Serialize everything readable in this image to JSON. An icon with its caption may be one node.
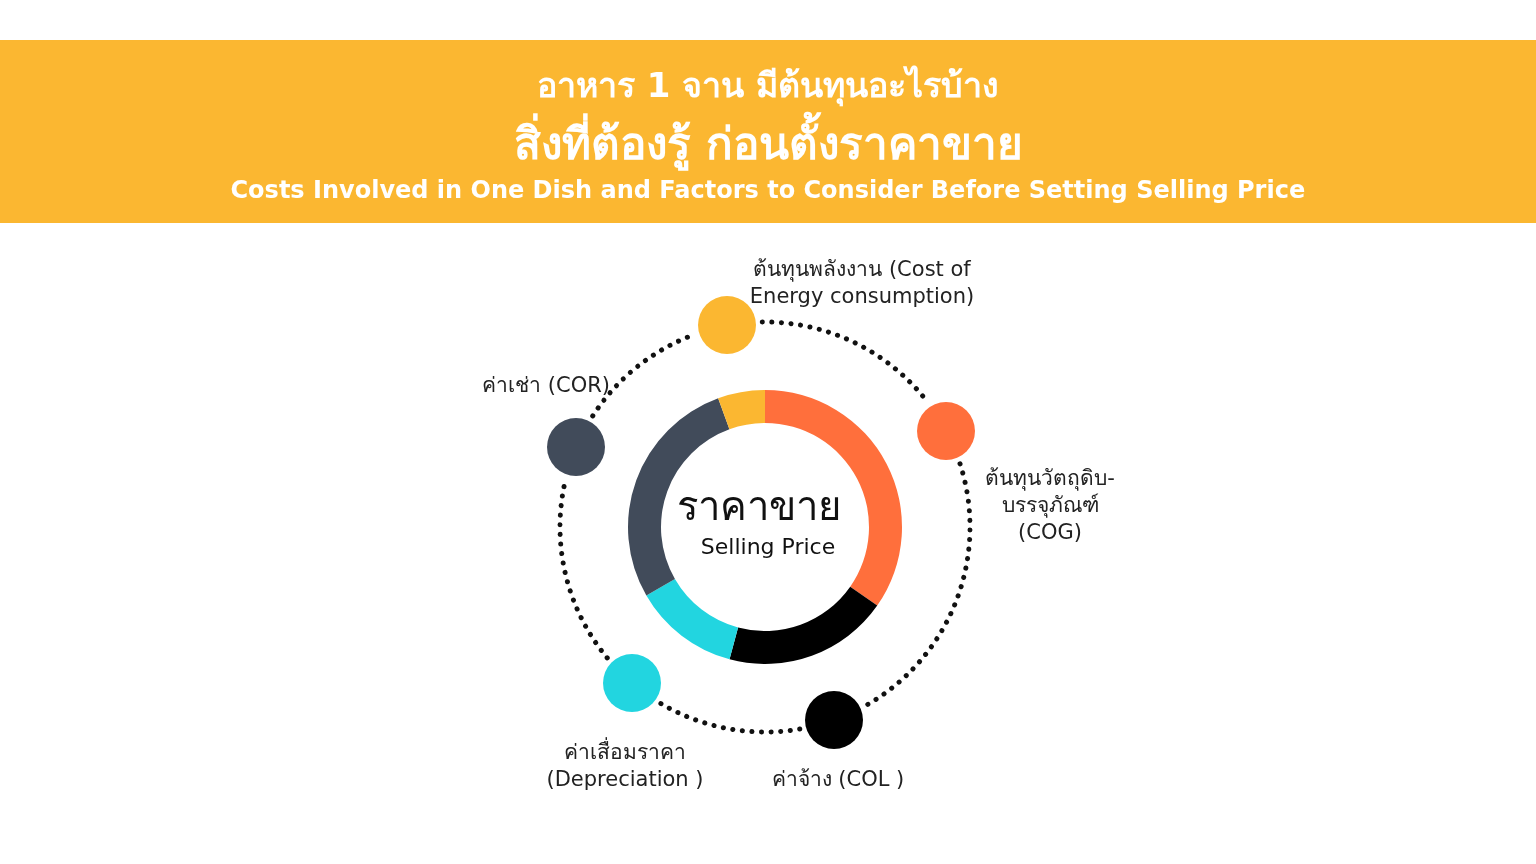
{
  "diagram": {
    "title": "อาหาร 1 จาน มีต้นทุนอะไรบ้าง",
    "nodes": [
      {
        "text": [
          "ราคาขาย",
          "Selling Price"
        ]
      },
      {
        "text": [],
        "shape": "circle",
        "beside": [
          "ต้นทุนพลังงาน (Cost of Energy consumption)"
        ]
      },
      {
        "text": [],
        "shape": "circle",
        "beside": [
          "ค่าเช่า (COR)"
        ]
      },
      {
        "text": [],
        "shape": "circle",
        "beside": [
          "ต้นทุนวัตถุดิบ-บรรจุภัณฑ์ (COG)"
        ]
      },
      {
        "text": [],
        "shape": "circle",
        "beside": [
          "ค่าเสื่อมราคา (Depreciation )"
        ]
      },
      {
        "text": [],
        "shape": "circle",
        "beside": [
          "ค่าจ้าง (COL )"
        ]
      }
    ],
    "edges": [
      {
        "from": 1,
        "to": 3,
        "arrow": "none"
      },
      {
        "from": 3,
        "to": 5,
        "arrow": "none"
      },
      {
        "from": 5,
        "to": 4,
        "arrow": "none"
      },
      {
        "from": 4,
        "to": 2,
        "arrow": "none"
      },
      {
        "from": 2,
        "to": 1,
        "arrow": "none"
      }
    ],
    "labels": [
      "สิ่งที่ต้องรู้ ก่อนตั้งราคาขาย",
      "Costs Involved in One Dish and Factors to Consider Before Setting Selling Price"
    ]
  }
}
